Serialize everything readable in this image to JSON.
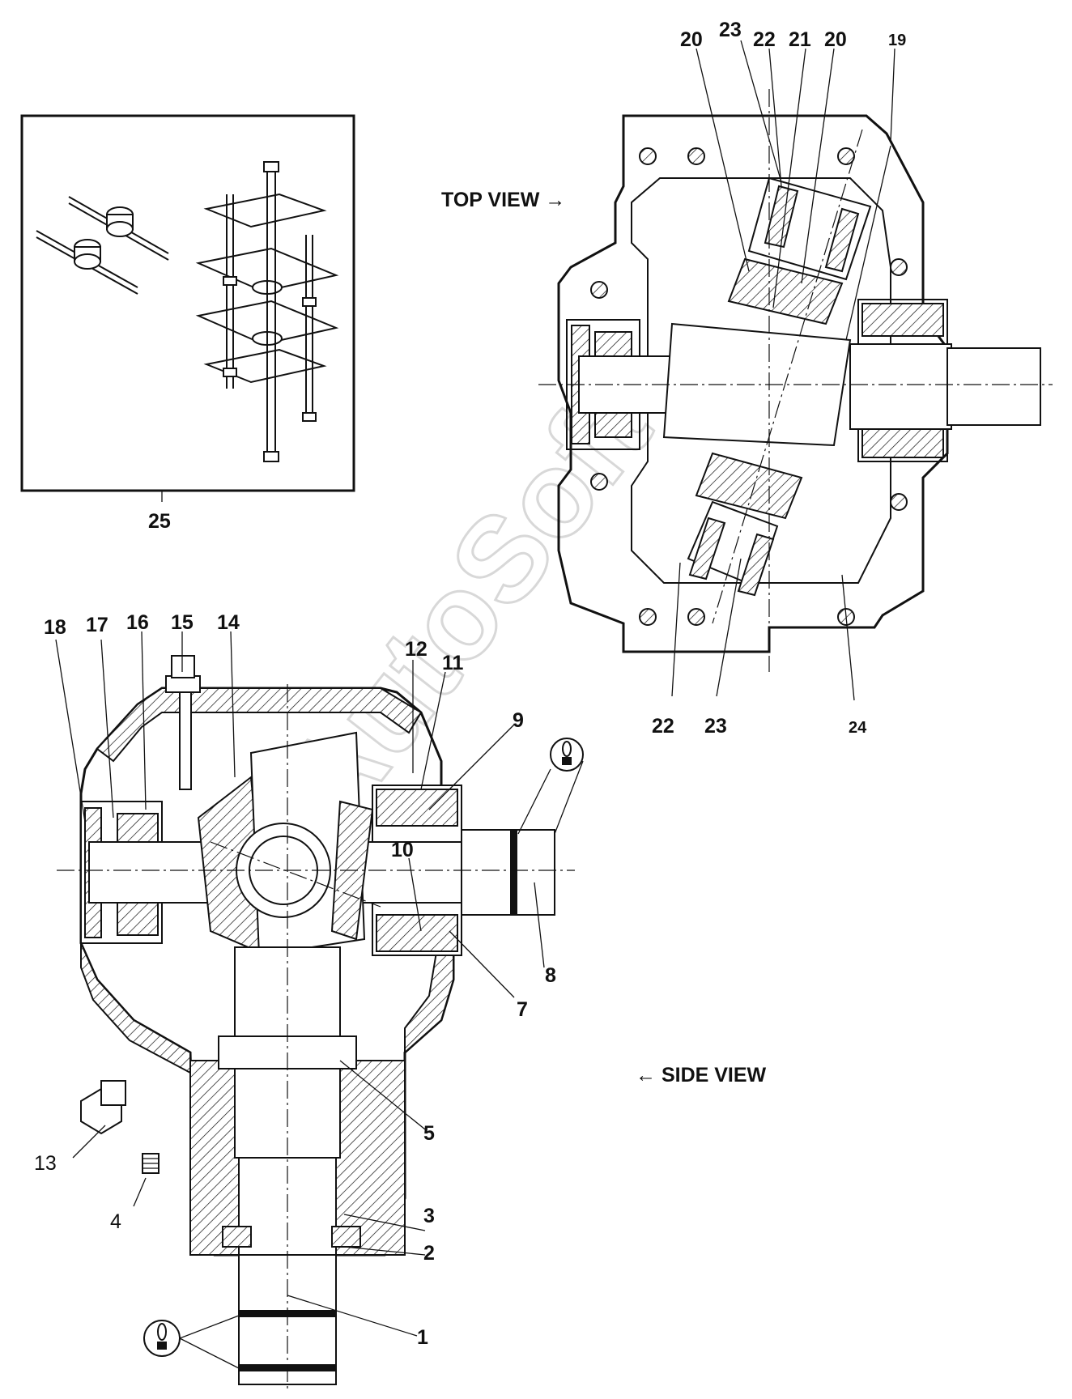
{
  "views": {
    "top_label": "TOP VIEW →",
    "side_label": "← SIDE VIEW"
  },
  "watermark": "AutoSoft",
  "callouts": {
    "c1": "1",
    "c2": "2",
    "c3": "3",
    "c4": "4",
    "c5": "5",
    "c7": "7",
    "c8": "8",
    "c9": "9",
    "c10": "10",
    "c11": "11",
    "c12": "12",
    "c13": "13",
    "c14": "14",
    "c15": "15",
    "c16": "16",
    "c17": "17",
    "c18": "18",
    "c19": "19",
    "c20a": "20",
    "c20b": "20",
    "c21": "21",
    "c22a": "22",
    "c22b": "22",
    "c23a": "23",
    "c23b": "23",
    "c24": "24",
    "c25": "25"
  },
  "icons": {
    "grease_symbol": "grease-gun-icon",
    "tool_kit": "bearing-puller-tool-icon"
  }
}
